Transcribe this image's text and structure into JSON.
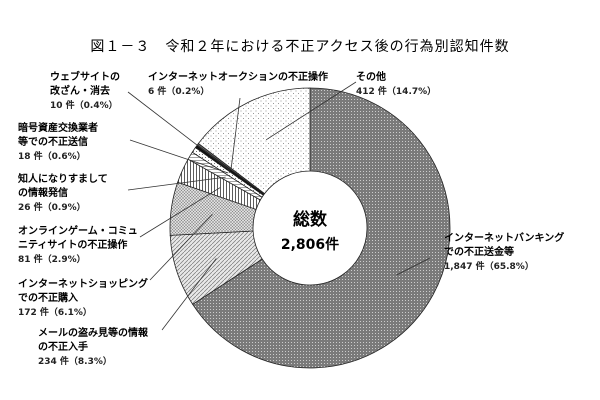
{
  "chart_data": {
    "type": "pie",
    "title": "図１－３　令和２年における不正アクセス後の行為別認知件数",
    "center_label": "総数",
    "center_value": "2,806件",
    "total": 2806,
    "slices": [
      {
        "name": "インターネットバンキングでの不正送金等",
        "line1": "インターネットバンキング",
        "line2": "での不正送金等",
        "count": 1847,
        "value_label": "1,847 件（65.8%）",
        "percent": 65.8,
        "color": "#888888"
      },
      {
        "name": "メールの盗み見等の情報の不正入手",
        "line1": "メールの盗み見等の情報",
        "line2": "の不正入手",
        "count": 234,
        "value_label": "234 件（8.3%）",
        "percent": 8.3,
        "color": "#cfcfcf"
      },
      {
        "name": "インターネットショッピングでの不正購入",
        "line1": "インターネットショッピング",
        "line2": "での不正購入",
        "count": 172,
        "value_label": "172 件（6.1%）",
        "percent": 6.1,
        "color": "#e4e4e4"
      },
      {
        "name": "オンラインゲーム・コミュニティサイトの不正操作",
        "line1": "オンラインゲーム・コミュ",
        "line2": "ニティサイトの不正操作",
        "count": 81,
        "value_label": "81 件（2.9%）",
        "percent": 2.9,
        "color": "#ffffff"
      },
      {
        "name": "知人になりすましての情報発信",
        "line1": "知人になりすまして",
        "line2": "の情報発信",
        "count": 26,
        "value_label": "26 件（0.9%）",
        "percent": 0.9,
        "color": "#dddddd"
      },
      {
        "name": "暗号資産交換業者等での不正送信",
        "line1": "暗号資産交換業者",
        "line2": "等での不正送信",
        "count": 18,
        "value_label": "18 件（0.6%）",
        "percent": 0.6,
        "color": "#ffffff"
      },
      {
        "name": "ウェブサイトの改ざん・消去",
        "line1": "ウェブサイトの",
        "line2": "改ざん・消去",
        "count": 10,
        "value_label": "10 件（0.4%）",
        "percent": 0.4,
        "color": "#222222"
      },
      {
        "name": "インターネットオークションの不正操作",
        "line1": "インターネットオークションの不正操作",
        "line2": "",
        "count": 6,
        "value_label": "6 件（0.2%）",
        "percent": 0.2,
        "color": "#555555"
      },
      {
        "name": "その他",
        "line1": "その他",
        "line2": "",
        "count": 412,
        "value_label": "412 件（14.7%）",
        "percent": 14.7,
        "color": "#f4f4f4"
      }
    ]
  }
}
